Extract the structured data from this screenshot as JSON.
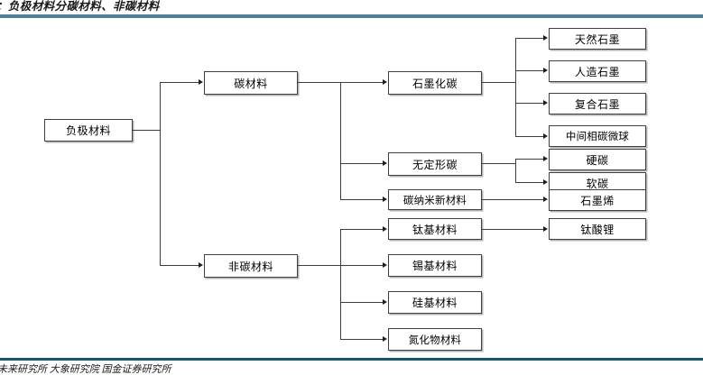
{
  "figure": {
    "title": "：负极材料分碳材料、非碳材料",
    "footer_note": "未来研究所 大象研究院 国金证券研究所"
  },
  "colors": {
    "header_rule": "#4d7f99",
    "footer_rule": "#145374",
    "node_border": "#404040",
    "node_shadow": "#b3b3b3",
    "connector": "#3d3d3d",
    "node_fill": "#ffffff",
    "text": "#000000"
  },
  "diagram": {
    "type": "tree",
    "root": {
      "label": "负极材料"
    },
    "level2": [
      {
        "label": "碳材料"
      },
      {
        "label": "非碳材料"
      }
    ],
    "carbon_children": [
      {
        "label": "石墨化碳"
      },
      {
        "label": "无定形碳"
      },
      {
        "label": "碳纳米新材料"
      }
    ],
    "graphitized_children": [
      {
        "label": "天然石墨"
      },
      {
        "label": "人造石墨"
      },
      {
        "label": "复合石墨"
      },
      {
        "label": "中间相碳微球"
      }
    ],
    "amorphous_children": [
      {
        "label": "硬碳"
      },
      {
        "label": "软碳"
      }
    ],
    "nano_children": [
      {
        "label": "石墨烯"
      }
    ],
    "noncarbon_children": [
      {
        "label": "钛基材料"
      },
      {
        "label": "锡基材料"
      },
      {
        "label": "硅基材料"
      },
      {
        "label": "氮化物材料"
      }
    ],
    "titanium_children": [
      {
        "label": "钛酸锂"
      }
    ]
  }
}
